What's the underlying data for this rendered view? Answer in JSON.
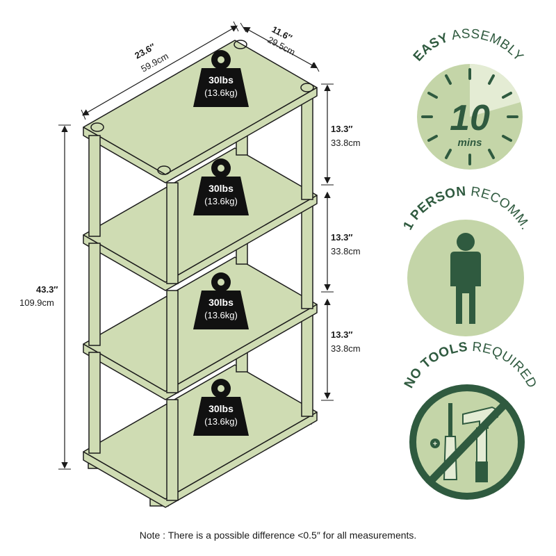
{
  "colors": {
    "shelf": "#cfdcb3",
    "shelf_edge": "#1c1c1c",
    "weight": "#111111",
    "badge_fill": "#c4d5a8",
    "badge_dark": "#2f5a3f",
    "badge_light": "#e4ecd4"
  },
  "dimensions": {
    "width_in": "23.6″",
    "width_cm": "59.9cm",
    "depth_in": "11.6″",
    "depth_cm": "29.5cm",
    "height_in": "43.3″",
    "height_cm": "109.9cm",
    "spacing": [
      {
        "in": "13.3″",
        "cm": "33.8cm"
      },
      {
        "in": "13.3″",
        "cm": "33.8cm"
      },
      {
        "in": "13.3″",
        "cm": "33.8cm"
      }
    ]
  },
  "weights": [
    {
      "lbs": "30lbs",
      "kg": "(13.6kg)"
    },
    {
      "lbs": "30lbs",
      "kg": "(13.6kg)"
    },
    {
      "lbs": "30lbs",
      "kg": "(13.6kg)"
    },
    {
      "lbs": "30lbs",
      "kg": "(13.6kg)"
    }
  ],
  "badges": {
    "assembly": {
      "bold": "EASY",
      "light": " ASSEMBLY",
      "number": "10",
      "unit": "mins",
      "icon": "clock-icon"
    },
    "person": {
      "bold": "1 PERSON",
      "light": " RECOMM.",
      "icon": "person-icon"
    },
    "tools": {
      "bold": "NO TOOLS",
      "light": " REQUIRED",
      "icon": "no-tools-icon"
    }
  },
  "note": "Note : There is a possible difference <0.5″ for all measurements."
}
